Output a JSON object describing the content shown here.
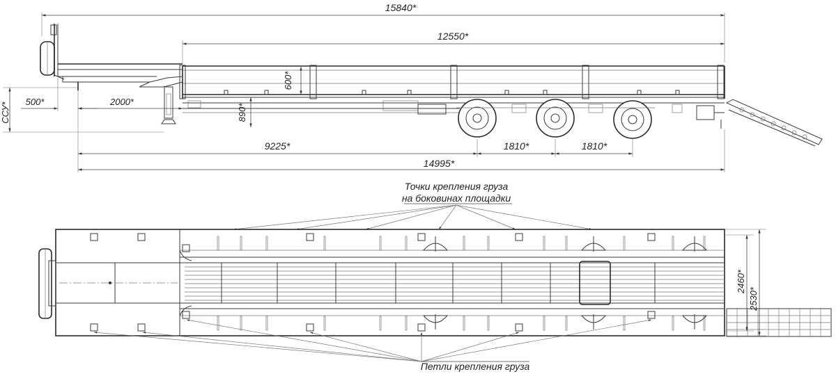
{
  "side_view": {
    "dimensions": {
      "overall_length": "15840*",
      "platform_length": "12550*",
      "side_height": "600*",
      "deck_height": "890*",
      "kingpin_offset": "500*",
      "neck_length": "2000*",
      "coupling_height": "ССУ*",
      "kingpin_to_axle": "9225*",
      "axle_spacing_1": "1810*",
      "axle_spacing_2": "1810*",
      "frame_length": "14995*"
    }
  },
  "top_view": {
    "label_cargo_points_line1": "Точки крепления груза",
    "label_cargo_points_line2": "на боковинах площадки",
    "label_cargo_loops": "Петли крепления груза",
    "dimensions": {
      "inner_width": "2460*",
      "outer_width": "2530*"
    }
  }
}
